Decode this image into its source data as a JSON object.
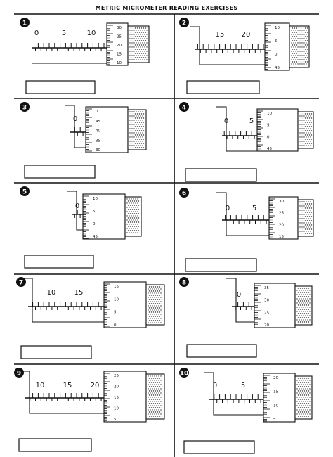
{
  "title": "METRIC MICROMETER READING EXERCISES",
  "exercises": [
    {
      "number": "1",
      "sleeve_labels": [
        "0",
        "5",
        "10"
      ],
      "thimble_labels": [
        "30",
        "25",
        "20",
        "15",
        "10"
      ],
      "answer": ""
    },
    {
      "number": "2",
      "sleeve_labels": [
        "15",
        "20"
      ],
      "thimble_labels": [
        "10",
        "5",
        "0",
        "45"
      ],
      "answer": ""
    },
    {
      "number": "3",
      "sleeve_labels": [
        "0"
      ],
      "thimble_labels": [
        "0",
        "45",
        "40",
        "35",
        "30"
      ],
      "answer": ""
    },
    {
      "number": "4",
      "sleeve_labels": [
        "0",
        "5"
      ],
      "thimble_labels": [
        "10",
        "5",
        "0",
        "45"
      ],
      "answer": ""
    },
    {
      "number": "5",
      "sleeve_labels": [
        "0"
      ],
      "thimble_labels": [
        "10",
        "5",
        "0",
        "45"
      ],
      "answer": ""
    },
    {
      "number": "6",
      "sleeve_labels": [
        "0",
        "5"
      ],
      "thimble_labels": [
        "30",
        "25",
        "20",
        "15"
      ],
      "answer": ""
    },
    {
      "number": "7",
      "sleeve_labels": [
        "10",
        "15"
      ],
      "thimble_labels": [
        "15",
        "10",
        "5",
        "0"
      ],
      "answer": ""
    },
    {
      "number": "8",
      "sleeve_labels": [
        "0"
      ],
      "thimble_labels": [
        "35",
        "30",
        "25",
        "20"
      ],
      "answer": ""
    },
    {
      "number": "9",
      "sleeve_labels": [
        "10",
        "15",
        "20"
      ],
      "thimble_labels": [
        "25",
        "20",
        "15",
        "10",
        "5"
      ],
      "answer": ""
    },
    {
      "number": "10",
      "sleeve_labels": [
        "0",
        "5"
      ],
      "thimble_labels": [
        "20",
        "15",
        "10",
        "5"
      ],
      "answer": ""
    }
  ]
}
